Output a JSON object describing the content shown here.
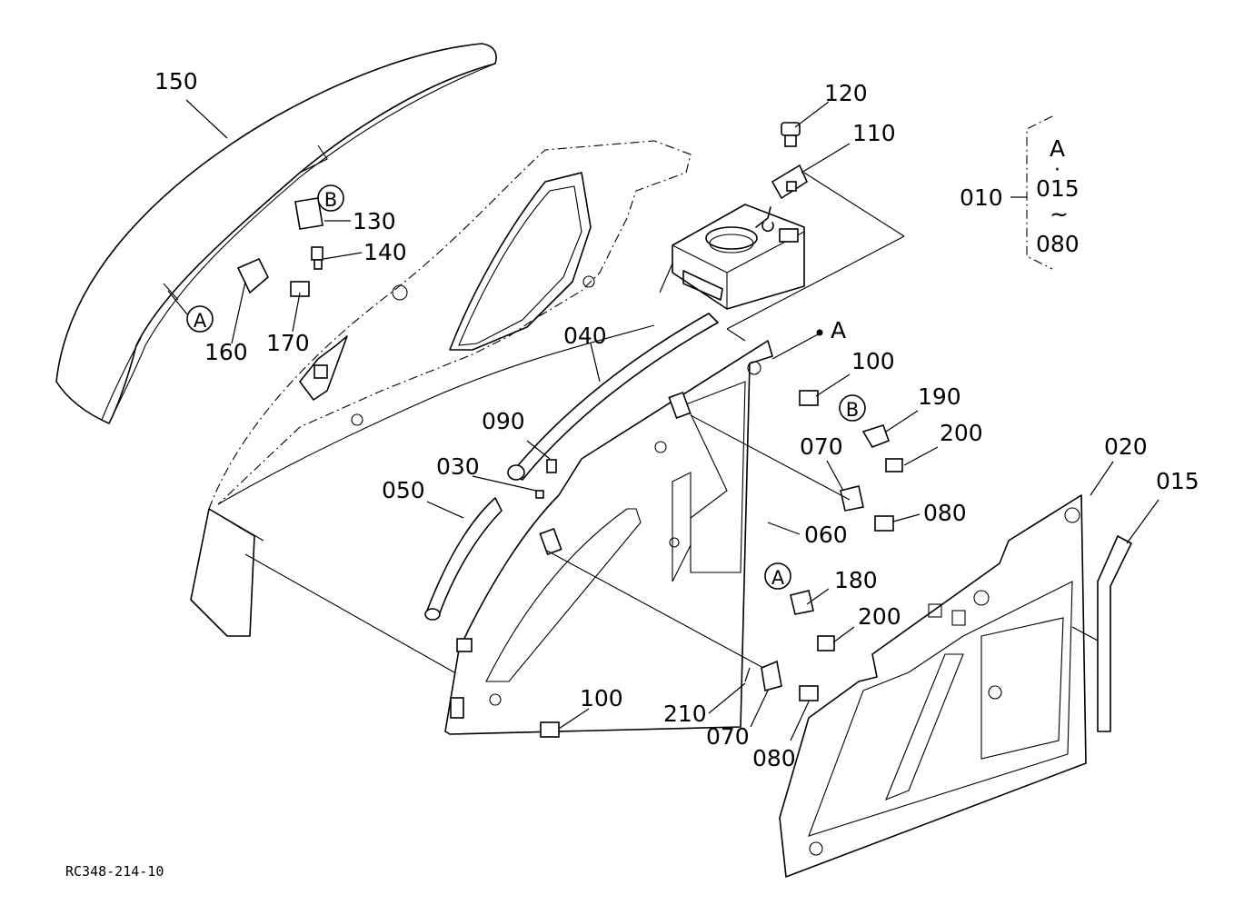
{
  "diagram": {
    "code": "RC348-214-10",
    "callouts": [
      {
        "id": "150",
        "text": "150"
      },
      {
        "id": "130",
        "text": "130"
      },
      {
        "id": "140",
        "text": "140"
      },
      {
        "id": "160",
        "text": "160"
      },
      {
        "id": "170",
        "text": "170"
      },
      {
        "id": "120",
        "text": "120"
      },
      {
        "id": "110",
        "text": "110"
      },
      {
        "id": "040",
        "text": "040"
      },
      {
        "id": "100a",
        "text": "100"
      },
      {
        "id": "190",
        "text": "190"
      },
      {
        "id": "200a",
        "text": "200"
      },
      {
        "id": "070a",
        "text": "070"
      },
      {
        "id": "080a",
        "text": "080"
      },
      {
        "id": "090",
        "text": "090"
      },
      {
        "id": "030",
        "text": "030"
      },
      {
        "id": "050",
        "text": "050"
      },
      {
        "id": "060",
        "text": "060"
      },
      {
        "id": "020",
        "text": "020"
      },
      {
        "id": "015b",
        "text": "015"
      },
      {
        "id": "180",
        "text": "180"
      },
      {
        "id": "200b",
        "text": "200"
      },
      {
        "id": "100b",
        "text": "100"
      },
      {
        "id": "210",
        "text": "210"
      },
      {
        "id": "070b",
        "text": "070"
      },
      {
        "id": "080b",
        "text": "080"
      }
    ],
    "markers": {
      "A": "A",
      "B": "B"
    },
    "point_label": "A",
    "set_bracket": {
      "parent": "010",
      "top": "A",
      "dot": "·",
      "from": "015",
      "tilde": "~",
      "to": "080"
    }
  }
}
